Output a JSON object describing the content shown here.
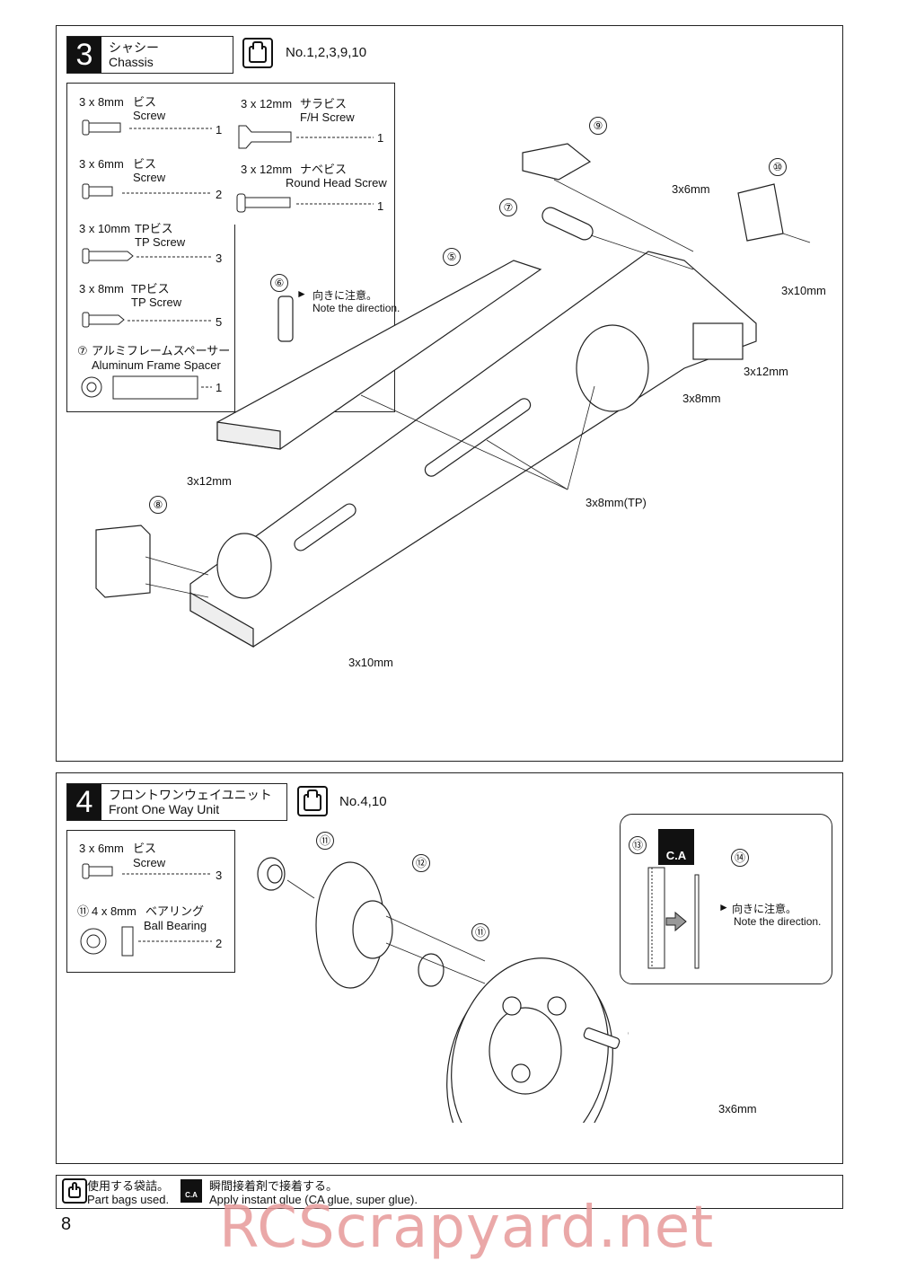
{
  "step3": {
    "number": "3",
    "title_jp": "シャシー",
    "title_en": "Chassis",
    "bags": "No.1,2,3,9,10",
    "parts": [
      {
        "size": "3 x 8mm",
        "jp": "ビス",
        "en": "Screw",
        "qty": "1"
      },
      {
        "size": "3 x 6mm",
        "jp": "ビス",
        "en": "Screw",
        "qty": "2"
      },
      {
        "size": "3 x 10mm",
        "jp": "TPビス",
        "en": "TP Screw",
        "qty": "3"
      },
      {
        "size": "3 x 8mm",
        "jp": "TPビス",
        "en": "TP Screw",
        "qty": "5"
      },
      {
        "size": "3 x 12mm",
        "jp": "サラビス",
        "en": "F/H Screw",
        "qty": "1"
      },
      {
        "size": "3 x 12mm",
        "jp": "ナベビス",
        "en": "Round Head Screw",
        "qty": "1"
      }
    ],
    "spacer": {
      "num": "⑦",
      "jp": "アルミフレームスペーサー",
      "en": "Aluminum Frame Spacer",
      "qty": "1"
    },
    "callouts": [
      "⑨",
      "⑩",
      "⑦",
      "⑤",
      "⑥",
      "⑧"
    ],
    "note_jp": "向きに注意。",
    "note_en": "Note the direction.",
    "labels": [
      "3x6mm",
      "3x10mm",
      "3x12mm",
      "3x8mm",
      "3x12mm",
      "3x8mm(TP)",
      "3x10mm"
    ]
  },
  "step4": {
    "number": "4",
    "title_jp": "フロントワンウェイユニット",
    "title_en": "Front One Way Unit",
    "bags": "No.4,10",
    "parts": [
      {
        "size": "3 x 6mm",
        "jp": "ビス",
        "en": "Screw",
        "qty": "3"
      }
    ],
    "bearing": {
      "num": "⑪",
      "size": "4 x 8mm",
      "jp": "ベアリング",
      "en": "Ball Bearing",
      "qty": "2"
    },
    "callouts": [
      "⑪",
      "⑫",
      "⑪",
      "⑬",
      "⑭"
    ],
    "ca_label": "C.A",
    "note_jp": "向きに注意。",
    "note_en": "Note the direction.",
    "label_screws": "3x6mm"
  },
  "footer": {
    "bag_jp": "使用する袋詰。",
    "bag_en": "Part bags used.",
    "glue_jp": "瞬間接着剤で接着する。",
    "glue_en": "Apply instant glue (CA glue, super glue).",
    "ca_icon": "C.A"
  },
  "page_number": "8",
  "watermark": "RCScrapyard.net"
}
